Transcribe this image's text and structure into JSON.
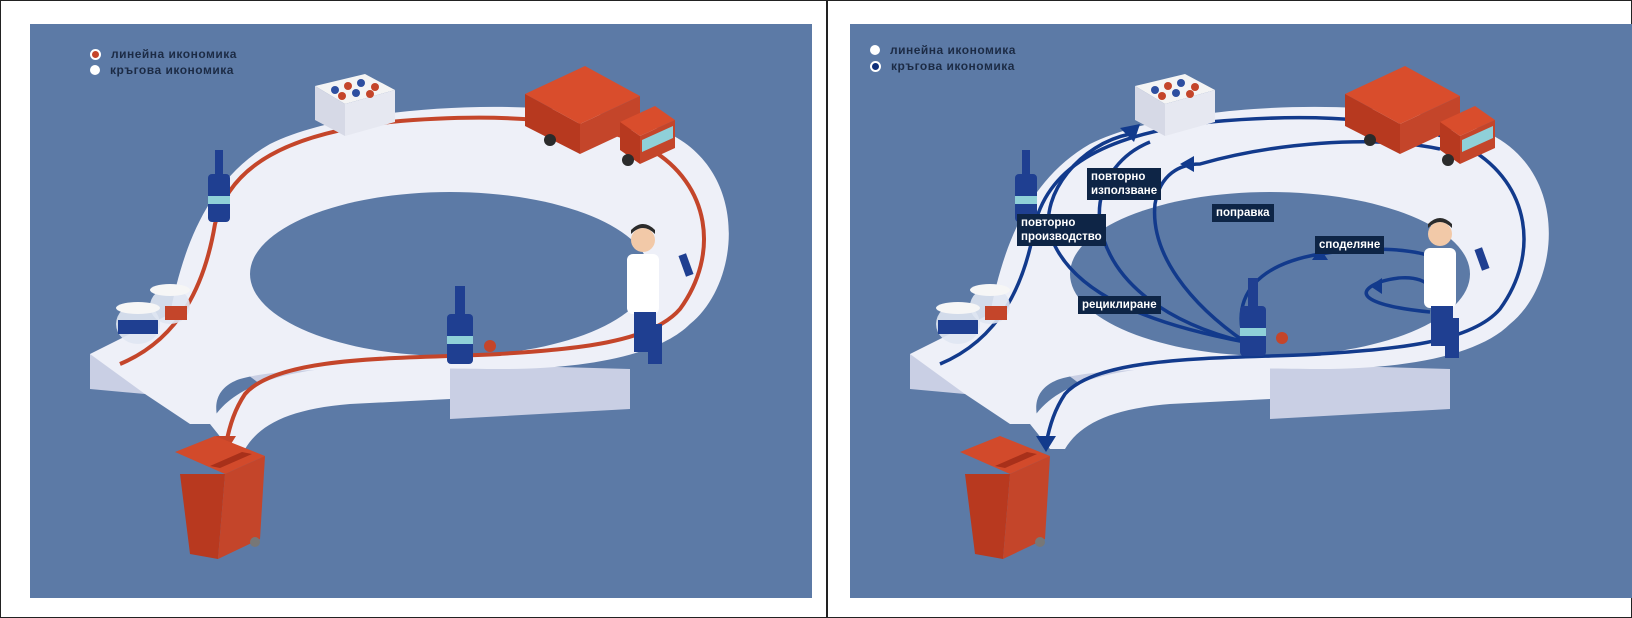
{
  "left_panel": {
    "legend": [
      {
        "label": "линейна икономика",
        "dot_color": "#c4452a",
        "dot_border": "#ffffff"
      },
      {
        "label": "кръгова икономика",
        "dot_color": "#ffffff",
        "dot_border": "#ffffff"
      }
    ],
    "flow_color": "#c4452a"
  },
  "right_panel": {
    "legend": [
      {
        "label": "линейна икономика",
        "dot_color": "#ffffff",
        "dot_border": "#ffffff"
      },
      {
        "label": "кръгова икономика",
        "dot_color": "#0e2f7a",
        "dot_border": "#ffffff"
      }
    ],
    "flow_color": "#123a8c",
    "labels": {
      "reuse": "повторно\nизползване",
      "remanufacture": "повторно\nпроизводство",
      "repair": "поправка",
      "share": "споделяне",
      "recycle": "рециклиране"
    }
  },
  "colors": {
    "background": "#5c7aa6",
    "track": "#eef0f8",
    "track_side": "#c9cfe4",
    "orange": "#c4452a",
    "navy": "#0e2546"
  }
}
